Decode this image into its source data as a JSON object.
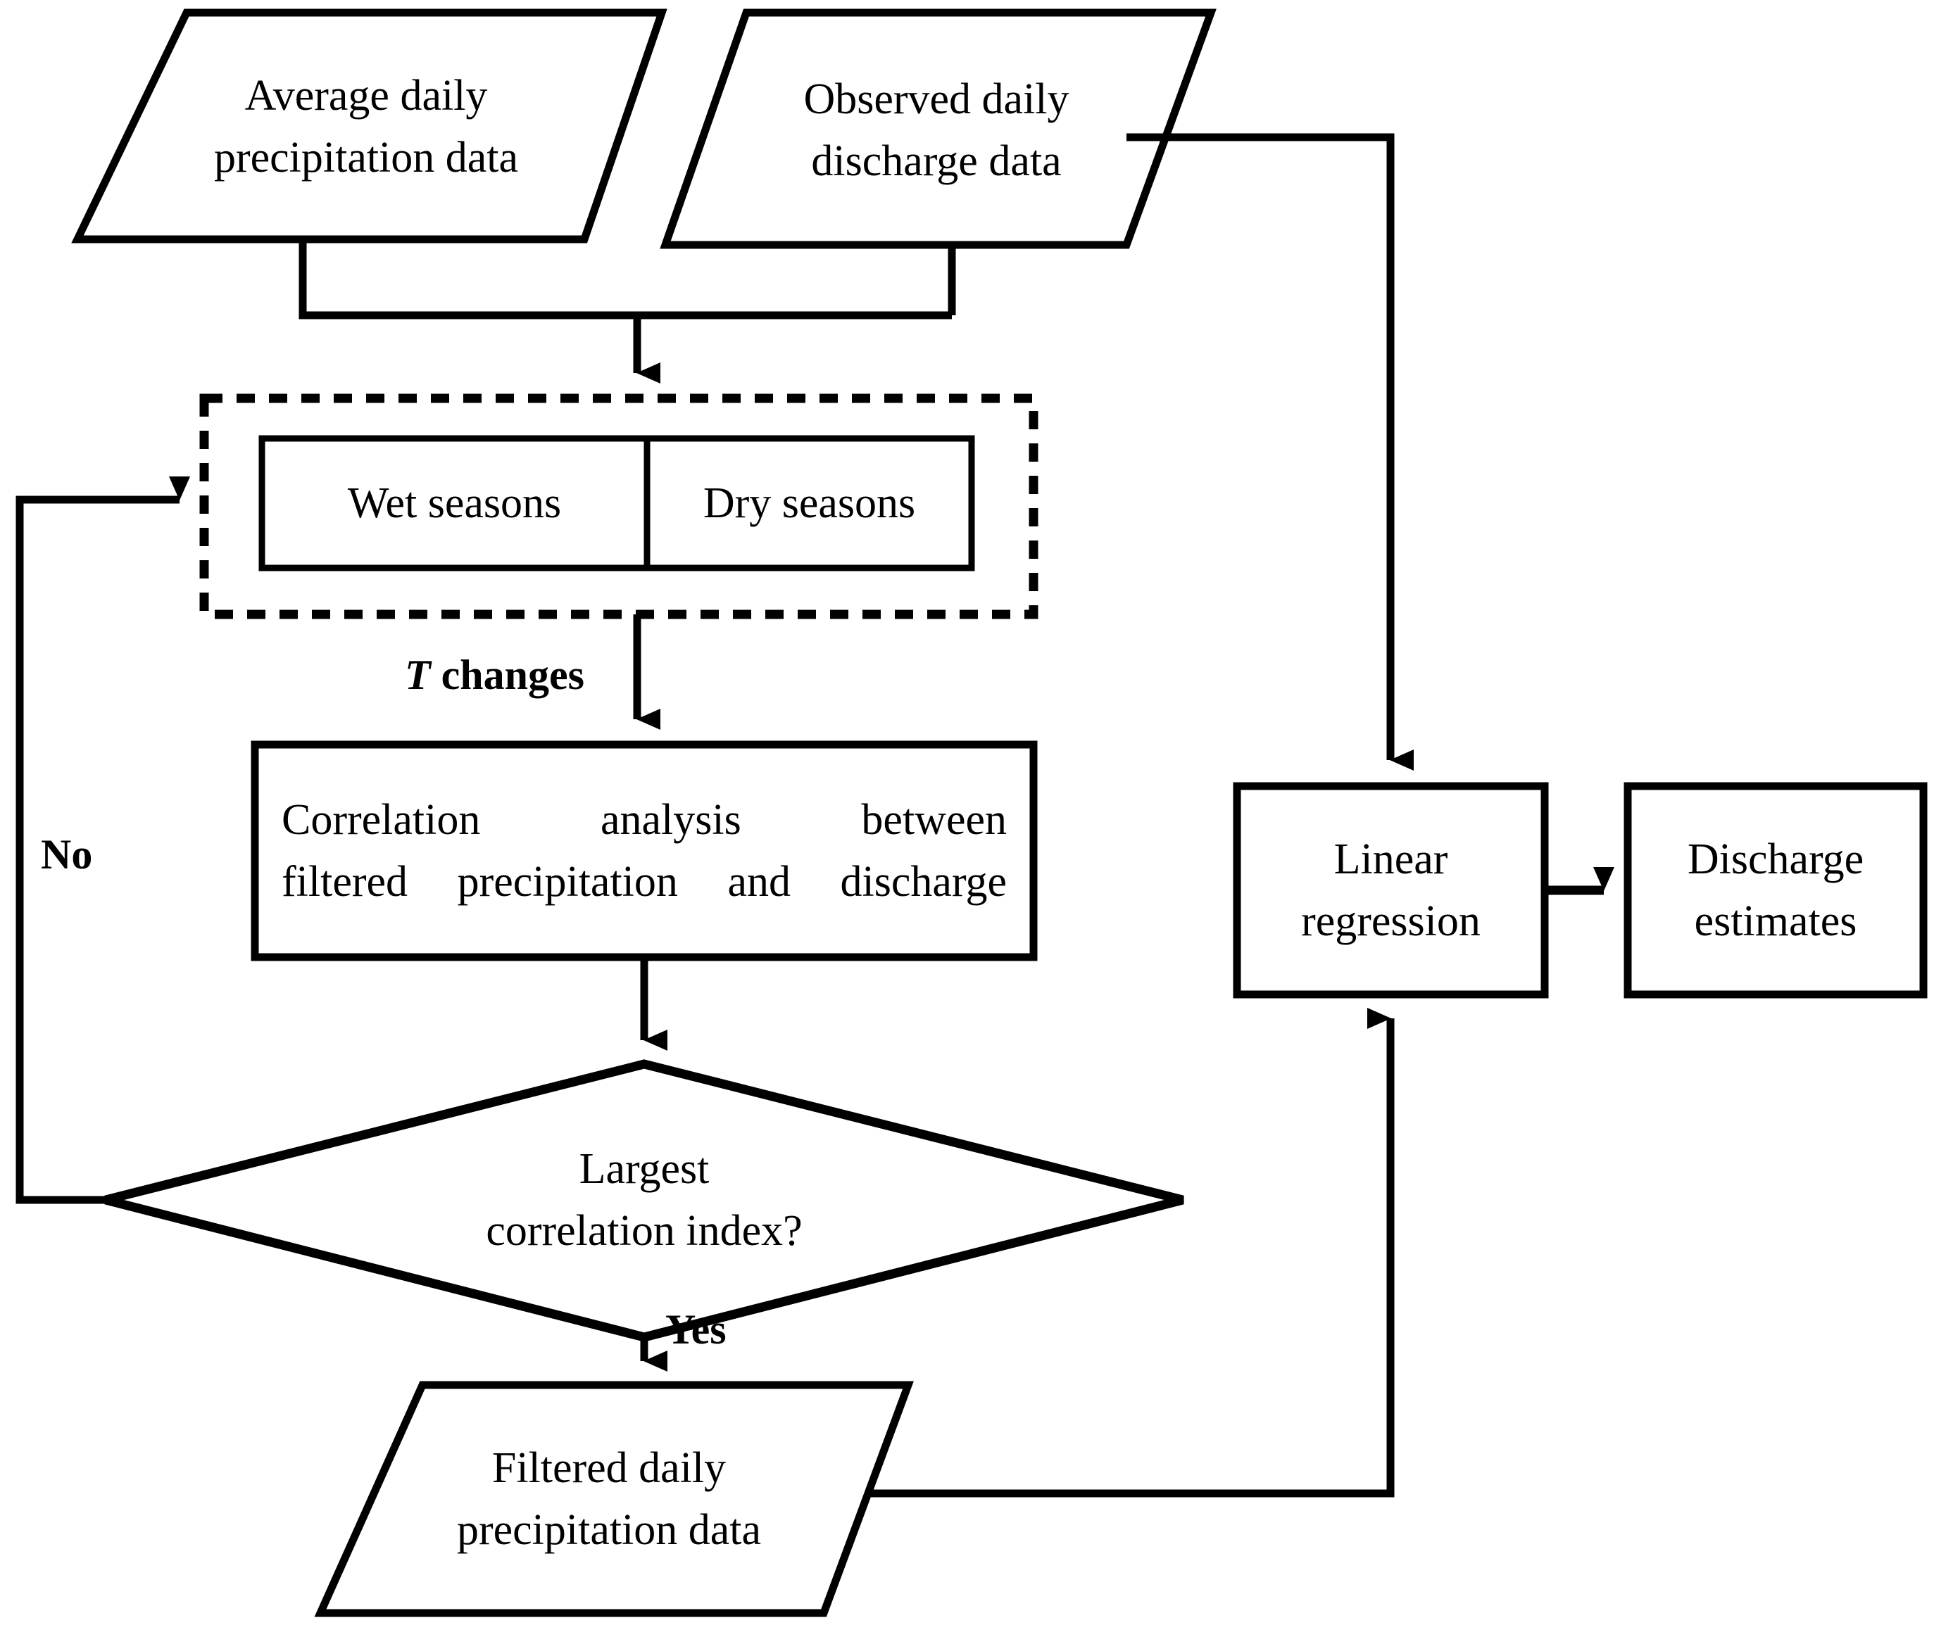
{
  "diagram": {
    "title": "Flowchart of precipitation filtering and discharge estimation",
    "line_color": "#000000",
    "background": "#ffffff",
    "nodes": [
      {
        "id": "avg-precip",
        "shape": "parallelogram",
        "lines": [
          "Average daily",
          "precipitation data"
        ]
      },
      {
        "id": "obs-discharge",
        "shape": "parallelogram",
        "lines": [
          "Observed daily",
          "discharge data"
        ]
      },
      {
        "id": "wet-seasons",
        "shape": "rectangle",
        "lines": [
          "Wet seasons"
        ]
      },
      {
        "id": "dry-seasons",
        "shape": "rectangle",
        "lines": [
          "Dry seasons"
        ]
      },
      {
        "id": "seasons-group",
        "shape": "dashed-group",
        "lines": []
      },
      {
        "id": "correlation",
        "shape": "rectangle",
        "lines": [
          "Correlation    analysis    between",
          "filtered precipitation and discharge"
        ]
      },
      {
        "id": "decision",
        "shape": "diamond",
        "lines": [
          "Largest",
          "correlation index?"
        ]
      },
      {
        "id": "filtered-precip",
        "shape": "parallelogram",
        "lines": [
          "Filtered daily",
          "precipitation data"
        ]
      },
      {
        "id": "linear-regression",
        "shape": "rectangle",
        "lines": [
          "Linear",
          "regression"
        ]
      },
      {
        "id": "discharge-estimates",
        "shape": "rectangle",
        "lines": [
          "Discharge",
          "estimates"
        ]
      }
    ],
    "edge_labels": {
      "t_changes_italic": "T",
      "t_changes_rest": " changes",
      "no": "No",
      "yes": "Yes"
    }
  }
}
